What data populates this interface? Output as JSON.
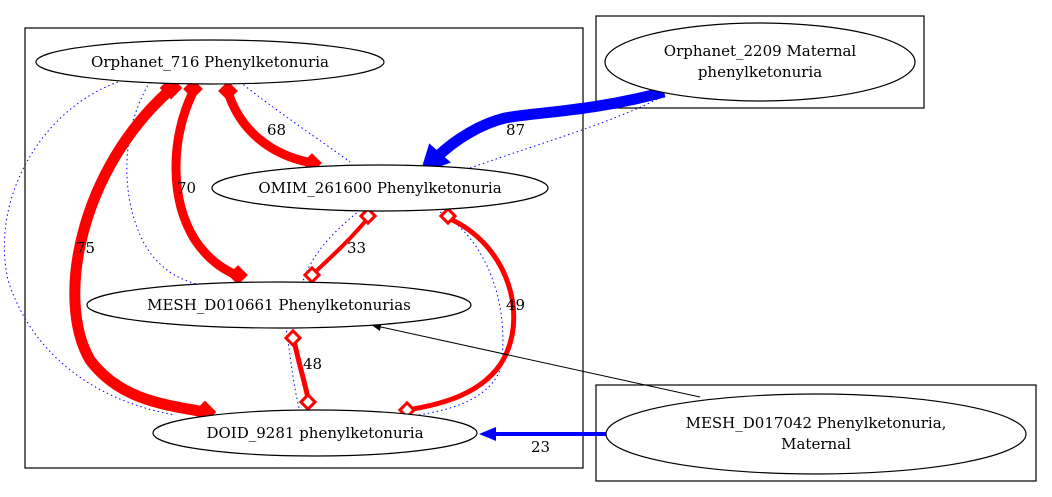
{
  "colors": {
    "red_edge": "#ff0000",
    "blue_edge": "#0000ff",
    "black_edge": "#000000",
    "node_border": "#000000",
    "background": "#ffffff"
  },
  "nodes": {
    "orphanet_716": {
      "lines": [
        "Orphanet_716 Phenylketonuria"
      ]
    },
    "omim_261600": {
      "lines": [
        "OMIM_261600 Phenylketonuria"
      ]
    },
    "mesh_d010661": {
      "lines": [
        "MESH_D010661 Phenylketonurias"
      ]
    },
    "doid_9281": {
      "lines": [
        "DOID_9281 phenylketonuria"
      ]
    },
    "orphanet_2209": {
      "lines": [
        "Orphanet_2209 Maternal",
        "phenylketonuria"
      ]
    },
    "mesh_d017042": {
      "lines": [
        "MESH_D017042 Phenylketonuria,",
        "Maternal"
      ]
    }
  },
  "edges": {
    "orphanet716_omim": {
      "label": "68"
    },
    "orphanet716_mesh": {
      "label": "70"
    },
    "orphanet716_doid": {
      "label": "75"
    },
    "omim_mesh": {
      "label": "33"
    },
    "omim_doid": {
      "label": "49"
    },
    "mesh_doid": {
      "label": "48"
    },
    "orphanet2209_omim": {
      "label": "87"
    },
    "mesh017042_doid": {
      "label": "23"
    },
    "mesh017042_mesh010661": {
      "label": ""
    }
  }
}
